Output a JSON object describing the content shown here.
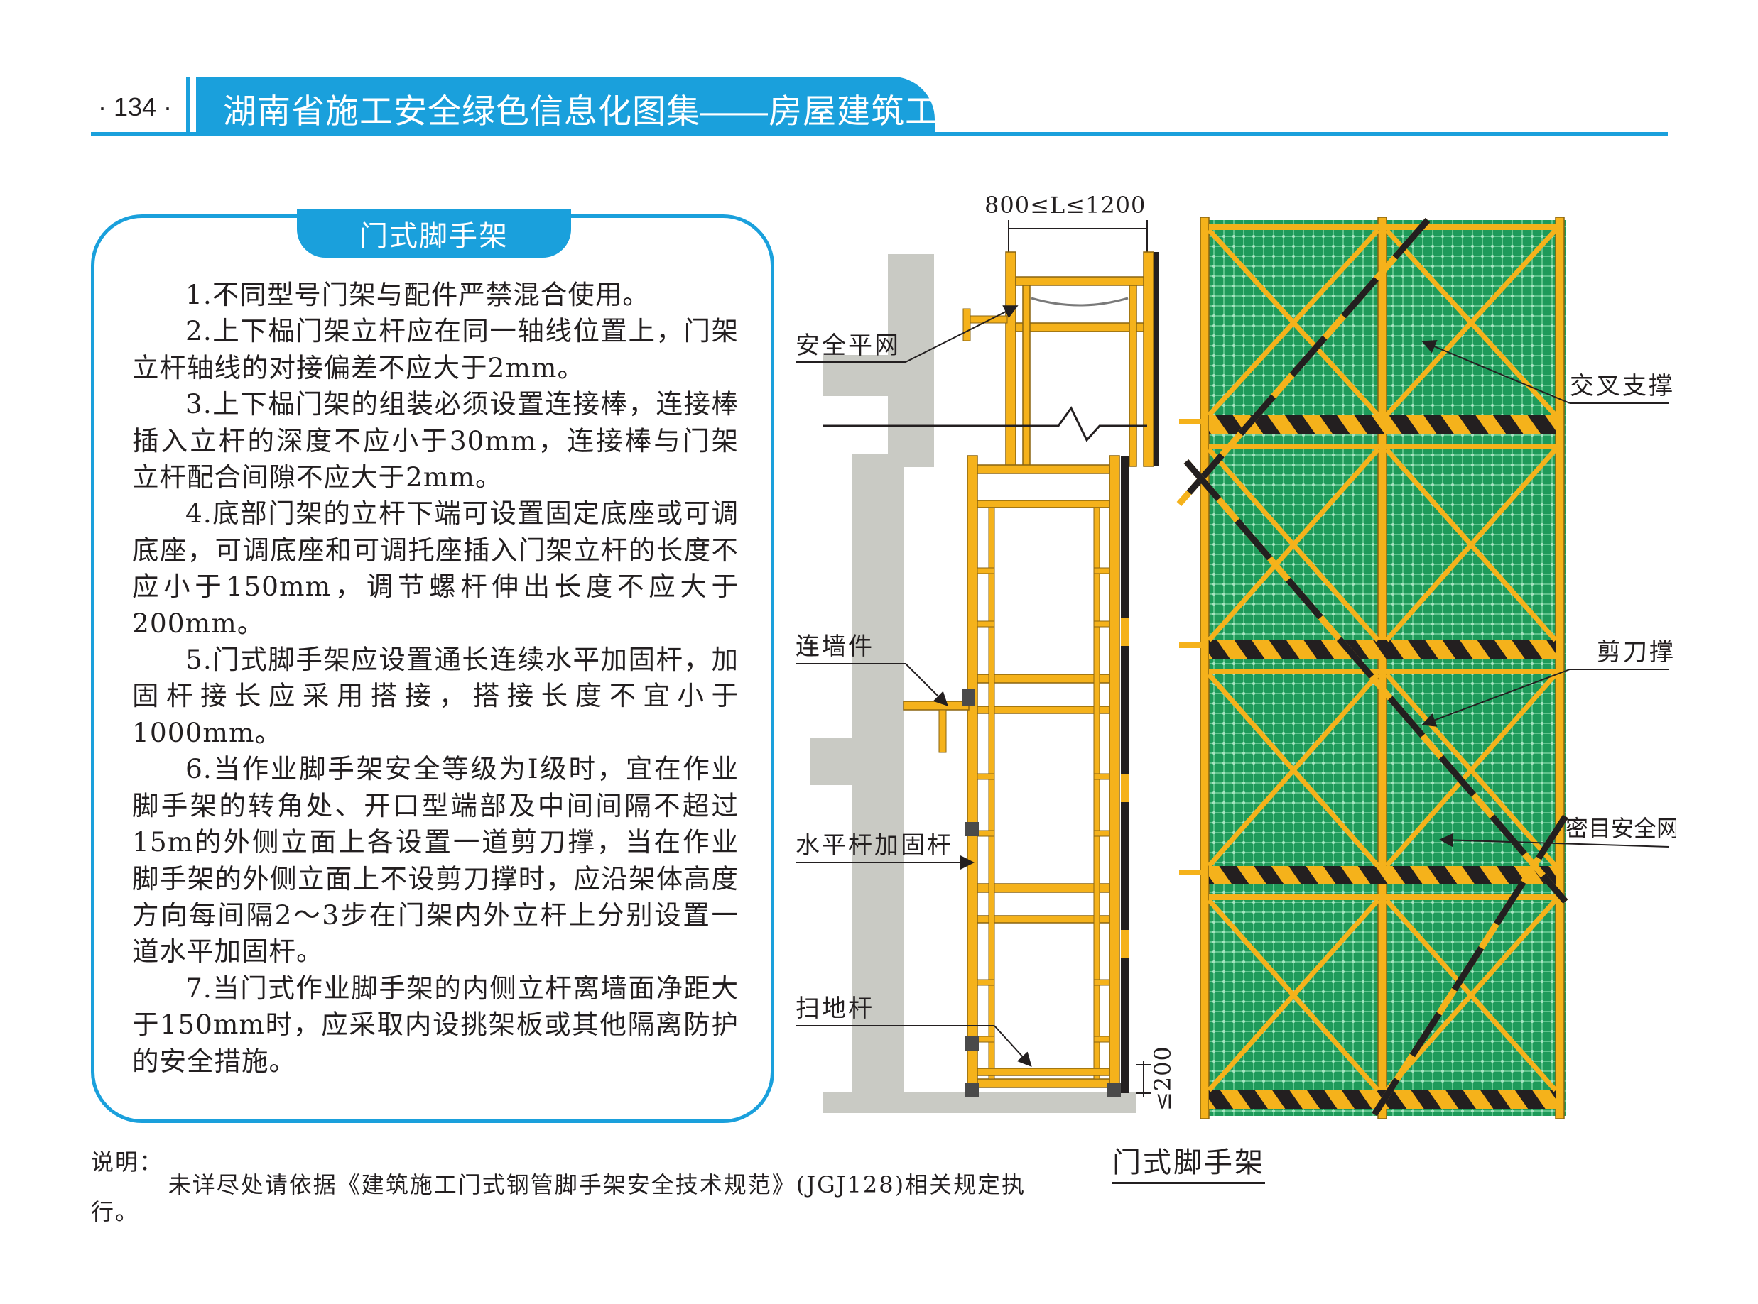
{
  "header": {
    "page_number": "· 134 ·",
    "title": "湖南省施工安全绿色信息化图集——房屋建筑工程"
  },
  "section": {
    "title": "门式脚手架",
    "clauses": [
      "1.不同型号门架与配件严禁混合使用。",
      "2.上下榀门架立杆应在同一轴线位置上，门架立杆轴线的对接偏差不应大于2mm。",
      "3.上下榀门架的组装必须设置连接棒，连接棒插入立杆的深度不应小于30mm，连接棒与门架立杆配合间隙不应大于2mm。",
      "4.底部门架的立杆下端可设置固定底座或可调底座，可调底座和可调托座插入门架立杆的长度不应小于150mm，调节螺杆伸出长度不应大于200mm。",
      "5.门式脚手架应设置通长连续水平加固杆，加固杆接长应采用搭接，搭接长度不宜小于1000mm。",
      "6.当作业脚手架安全等级为I级时，宜在作业脚手架的转角处、开口型端部及中间间隔不超过15m的外侧立面上各设置一道剪刀撑，当在作业脚手架的外侧立面上不设剪刀撑时，应沿架体高度方向每间隔2～3步在门架内外立杆上分别设置一道水平加固杆。",
      "7.当门式作业脚手架的内侧立杆离墙面净距大于150mm时，应采取内设挑架板或其他隔离防护的安全措施。"
    ]
  },
  "notes": {
    "heading": "说明：",
    "body": "未详尽处请依据《建筑施工门式钢管脚手架安全技术规范》(JGJ128)相关规定执行。"
  },
  "figure": {
    "caption": "门式脚手架",
    "dimension_top": "800≤L≤1200",
    "dimension_bottom": "≤200",
    "labels": {
      "safety_flat_net": "安全平网",
      "wall_tie": "连墙件",
      "horizontal_brace": "水平杆加固杆",
      "sweep_bar": "扫地杆",
      "cross_brace": "交叉支撑",
      "scissor_brace": "剪刀撑",
      "dense_mesh_net": "密目安全网"
    },
    "colors": {
      "accent": "#1aa0dc",
      "frame_yellow": "#f5b21b",
      "net_green": "#1e9a5a",
      "concrete": "#c9cac4"
    }
  }
}
